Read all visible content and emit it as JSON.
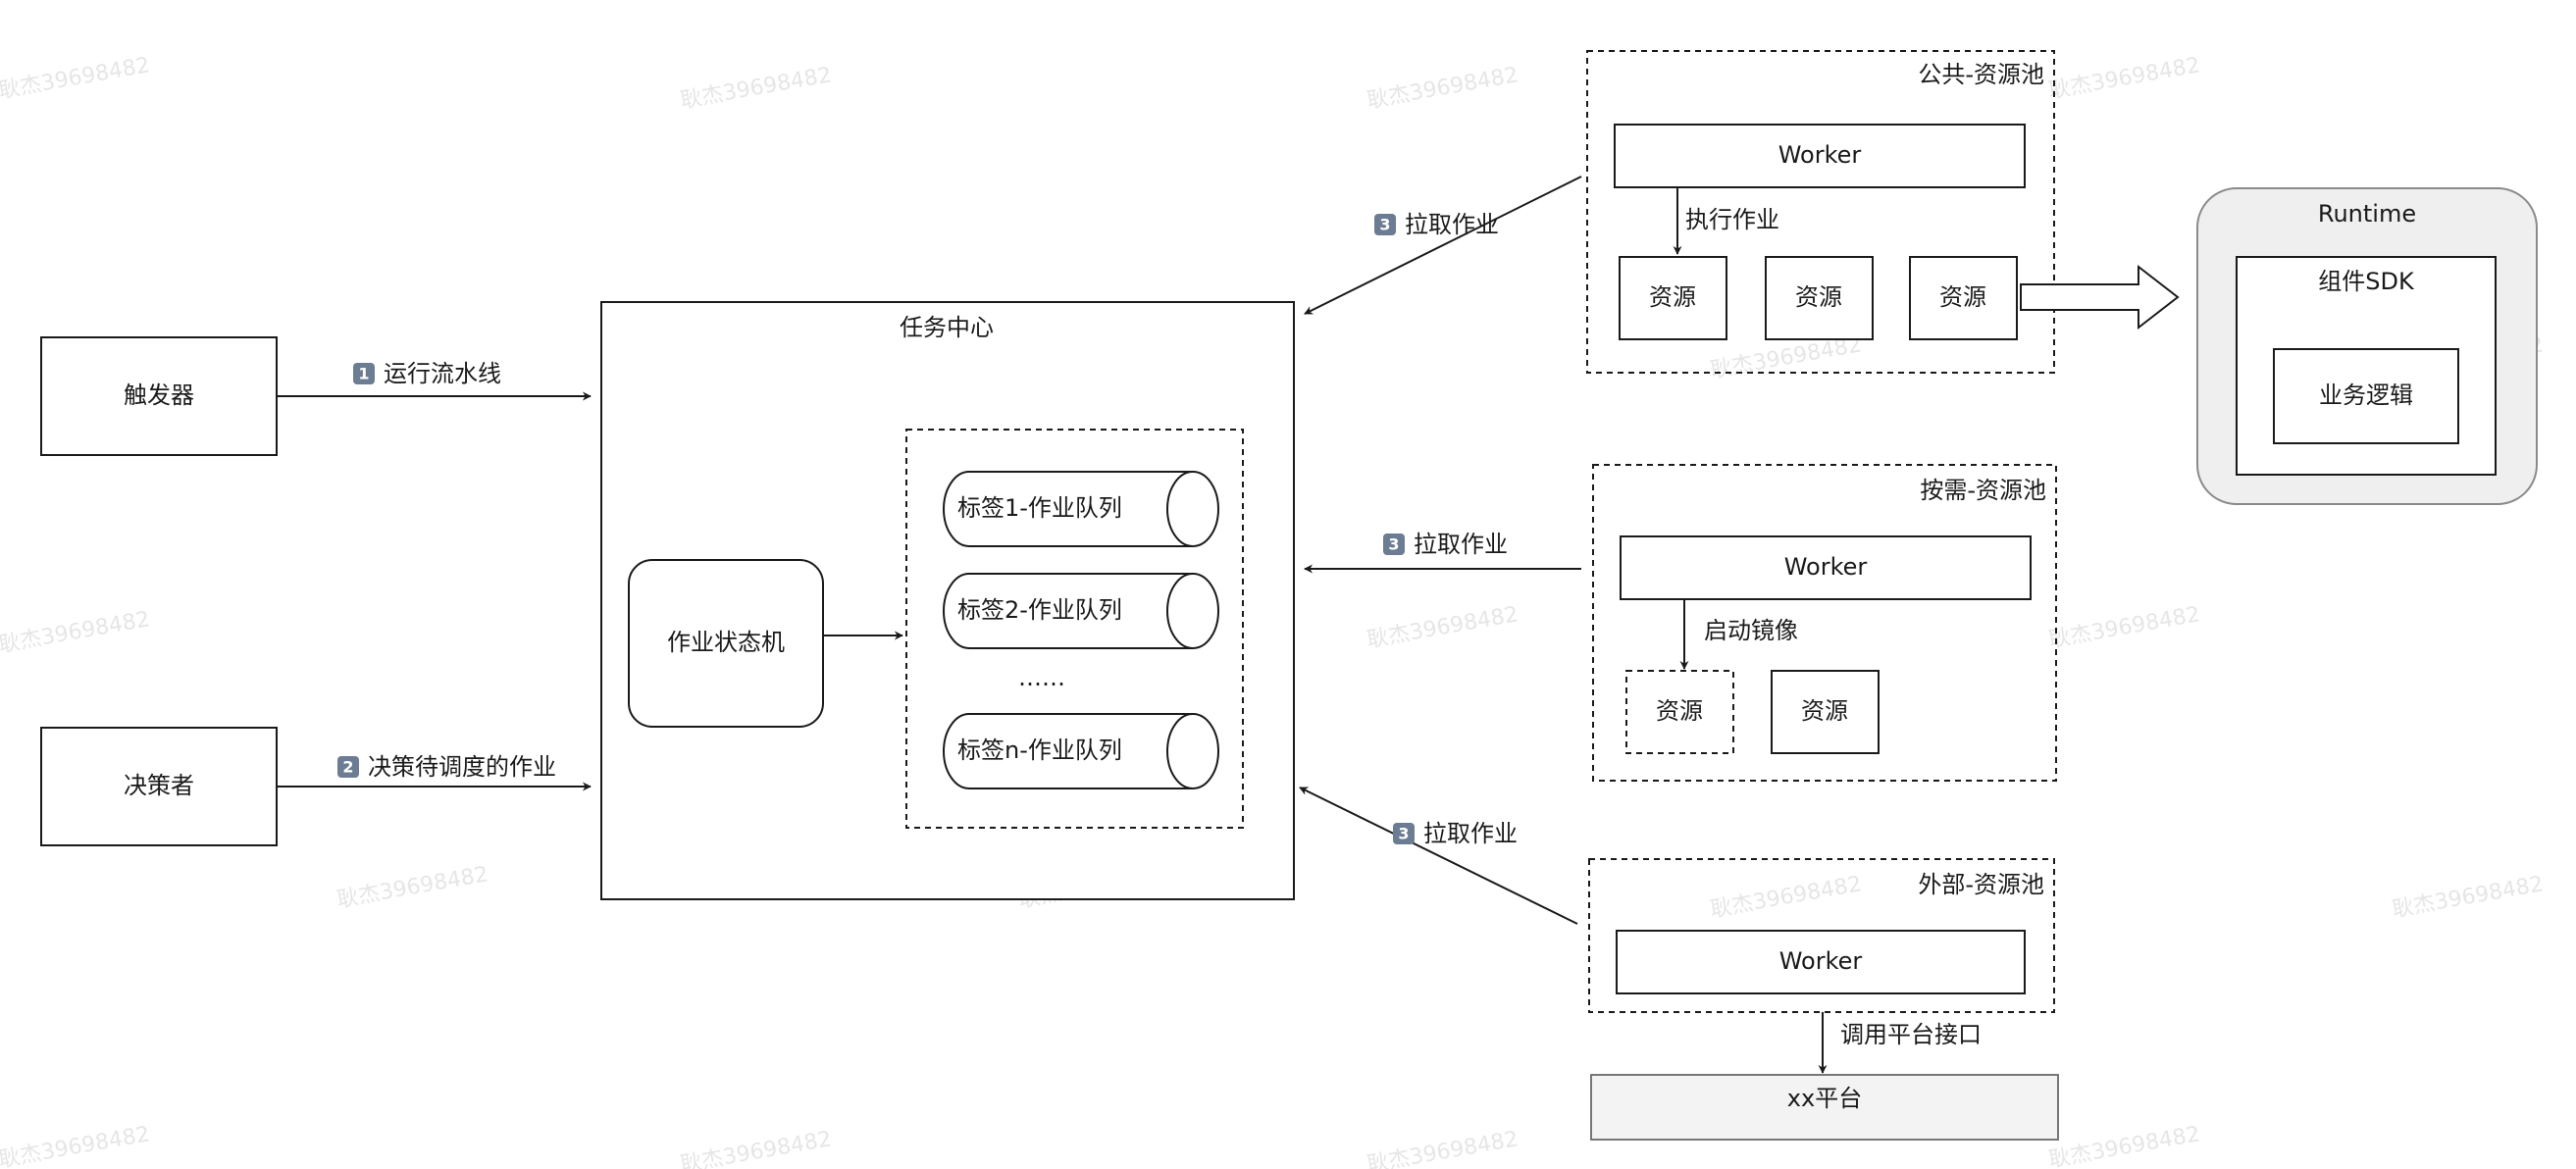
{
  "nodes": {
    "trigger": "触发器",
    "decider": "决策者",
    "task_center": "任务中心",
    "job_state_machine": "作业状态机",
    "queue_1": "标签1-作业队列",
    "queue_2": "标签2-作业队列",
    "queue_ellipsis": "……",
    "queue_n": "标签n-作业队列",
    "public_pool": "公共-资源池",
    "ondemand_pool": "按需-资源池",
    "external_pool": "外部-资源池",
    "worker": "Worker",
    "resource": "资源",
    "runtime": "Runtime",
    "component_sdk": "组件SDK",
    "business_logic": "业务逻辑",
    "xx_platform": "xx平台"
  },
  "edges": {
    "run_pipeline": {
      "badge": "1",
      "label": "运行流水线"
    },
    "decide_jobs": {
      "badge": "2",
      "label": "决策待调度的作业"
    },
    "pull_job": {
      "badge": "3",
      "label": "拉取作业"
    },
    "execute_job": "执行作业",
    "start_image": "启动镜像",
    "call_platform_api": "调用平台接口"
  },
  "watermark": "耿杰39698482",
  "colors": {
    "stroke": "#1a1a1a",
    "badge": "#6b7c93",
    "runtime_fill": "#efefef",
    "runtime_stroke": "#8a8a8a",
    "platform_fill": "#f3f3f3",
    "platform_stroke": "#777777"
  }
}
